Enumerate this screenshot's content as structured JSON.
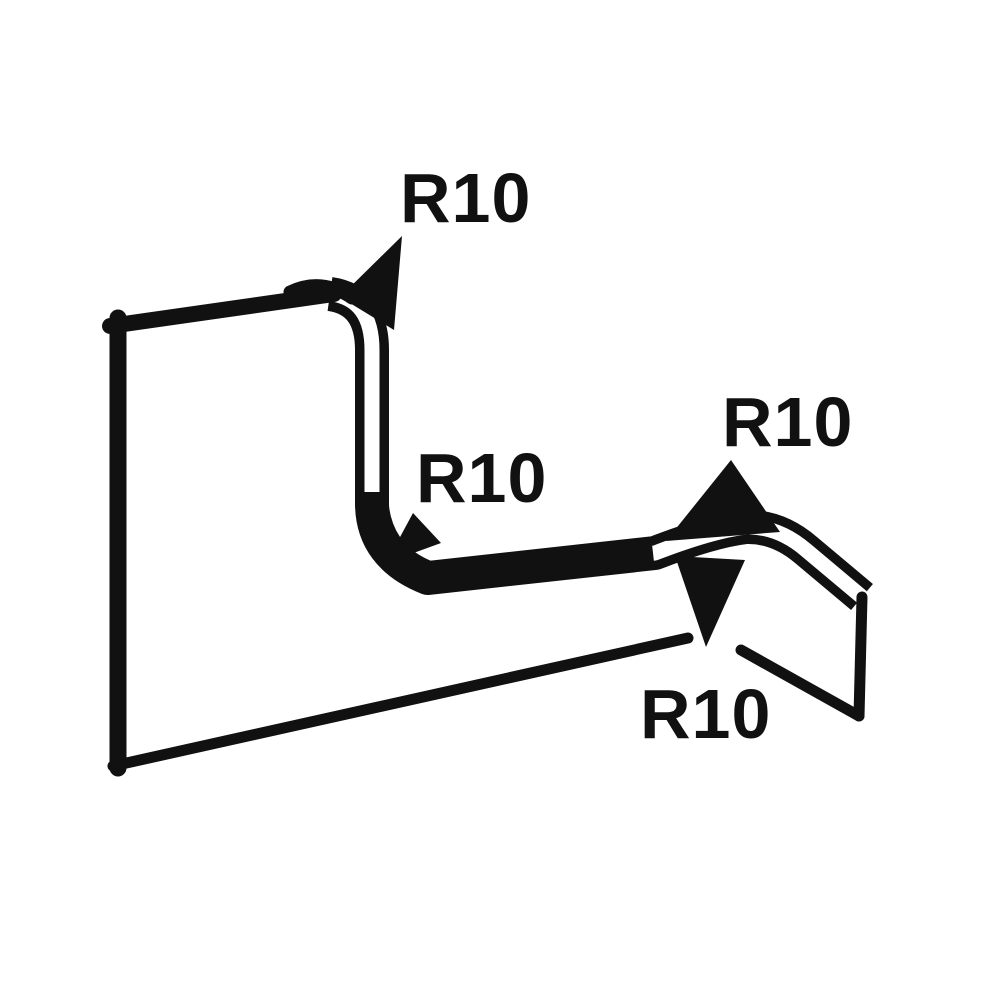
{
  "page": {
    "background": "#ffffff"
  },
  "diagram": {
    "kind": "sheet-metal-bend-profile",
    "ink_color": "#111111",
    "labels": {
      "top_bend": "R10",
      "inner_bend": "R10",
      "right_upper_bend": "R10",
      "right_lower_bend": "R10"
    }
  }
}
